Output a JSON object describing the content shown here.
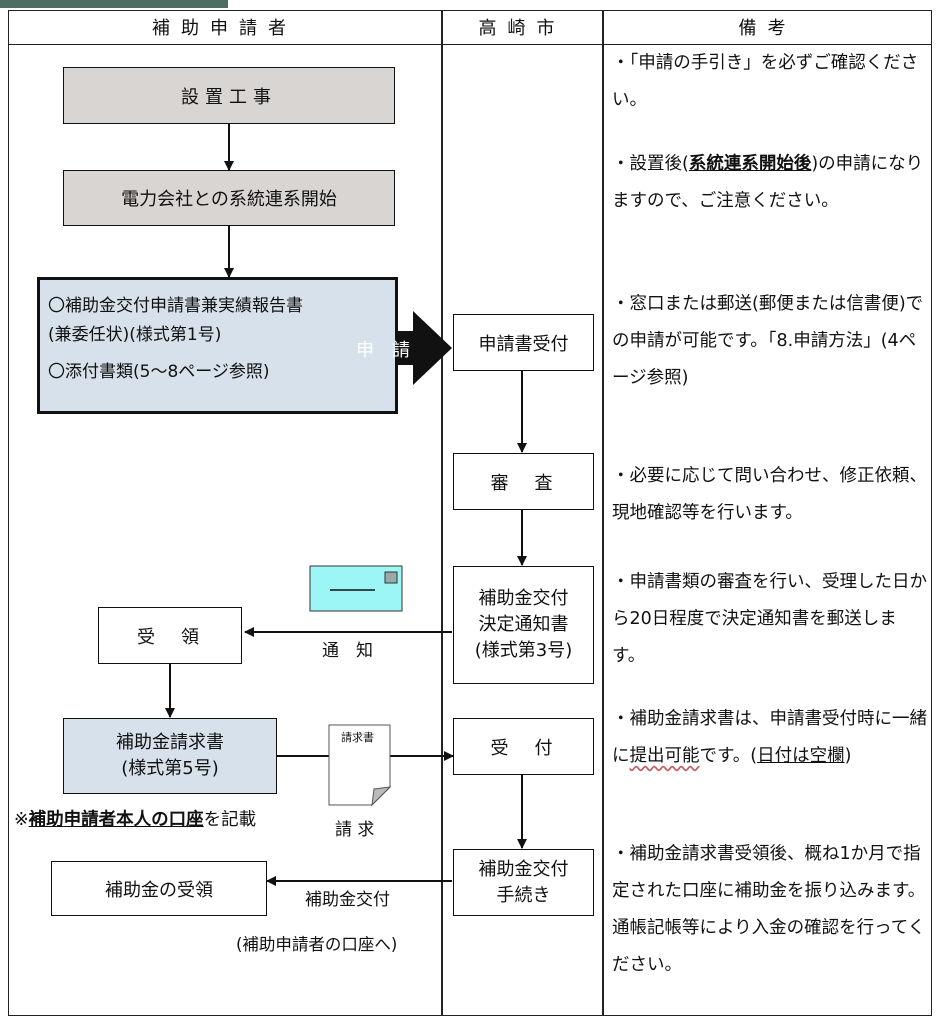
{
  "headers": {
    "applicant": "補助申請者",
    "city": "高崎市",
    "remarks": "備考"
  },
  "boxes": {
    "construction": "設置工事",
    "grid_start": "電力会社との系統連系開始",
    "docs_line1": "〇補助金交付申請書兼実績報告書",
    "docs_line2": "(兼委任状)(様式第1号)",
    "docs_line3": "〇添付書類(5〜8ページ参照)",
    "receipt_app": "申請書受付",
    "review": "審　査",
    "decision_line1": "補助金交付",
    "decision_line2": "決定通知書",
    "decision_line3": "(様式第3号)",
    "receive": "受　領",
    "claim_line1": "補助金請求書",
    "claim_line2": "(様式第5号)",
    "accept": "受　付",
    "procedure_line1": "補助金交付",
    "procedure_line2": "手続き",
    "payment_receive": "補助金の受領"
  },
  "labels": {
    "apply_arrow": "申　請",
    "notice": "通　知",
    "claim_doc_title": "請求書",
    "claim": "請 求",
    "payment": "補助金交付",
    "payment_to": "(補助申請者の口座へ)",
    "account_note_prefix": "※",
    "account_note_underlined": "補助申請者本人の口座",
    "account_note_suffix": "を記載"
  },
  "notes": {
    "n1": "・「申請の手引き」を必ずご確認ください。",
    "n2_a": "・設置後(",
    "n2_b": "系統連系開始後",
    "n2_c": ")の申請になりますので、ご注意ください。",
    "n3": "・窓口または郵送(郵便または信書便)での申請が可能です。「8.申請方法」(4ページ参照)",
    "n4": "・必要に応じて問い合わせ、修正依頼、現地確認等を行います。",
    "n5": "・申請書類の審査を行い、受理した日から20日程度で決定通知書を郵送します。",
    "n6_a": "・補助金請求書は、申請書受付時に一緒に",
    "n6_b": "提出可能",
    "n6_c": "です。(",
    "n6_d": "日付は空欄",
    "n6_e": ")",
    "n7": "・補助金請求書受領後、概ね1か月で指定された口座に補助金を振り込みます。通帳記帳等により入金の確認を行ってください。"
  },
  "colors": {
    "gray_box": "#d9d5d3",
    "blue_box": "#d6e1ec",
    "envelope": "#9cf6f6",
    "header_strip": "#4f6e62"
  }
}
